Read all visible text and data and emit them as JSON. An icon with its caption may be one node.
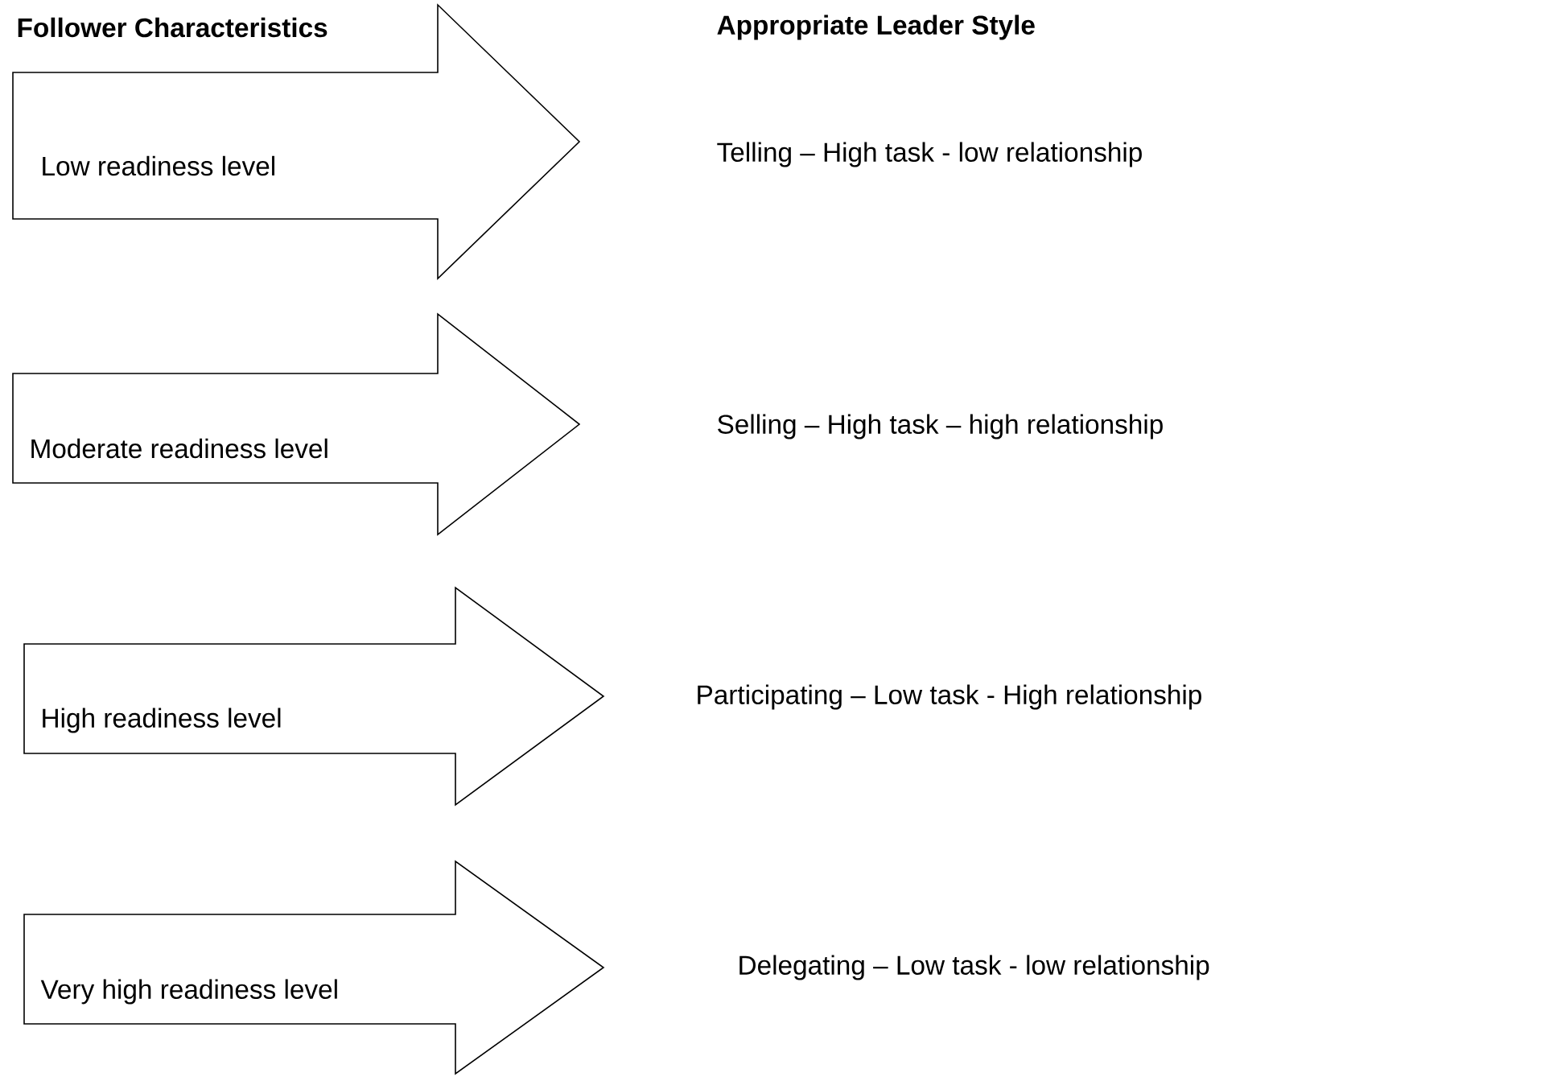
{
  "diagram": {
    "nodes": [
      {
        "text": [
          "Low readiness level"
        ]
      },
      {
        "text": [
          "Moderate readiness level"
        ]
      },
      {
        "text": [
          "High readiness level"
        ]
      },
      {
        "text": [
          "Very high readiness level"
        ]
      }
    ],
    "labels": [
      "Follower Characteristics",
      "Appropriate Leader Style",
      "Telling – High task - low relationship",
      "Selling – High task – high relationship",
      "Participating – Low task -  High relationship",
      "Delegating – Low task -  low relationship"
    ]
  }
}
